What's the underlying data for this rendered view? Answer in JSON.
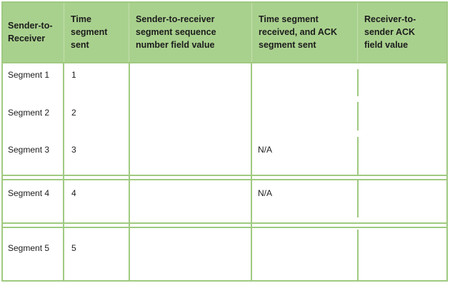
{
  "table": {
    "header": {
      "columns": [
        "Sender-to-Receiver",
        "Time segment sent",
        "Sender-to-receiver segment sequence number field value",
        "Time segment received, and ACK segment sent",
        "Receiver-to-sender ACK field value"
      ]
    },
    "rows": [
      {
        "segment": "Segment 1",
        "time_sent": "1",
        "seq_value": "",
        "time_received_ack": "",
        "ack_value": ""
      },
      {
        "segment": "Segment 2",
        "time_sent": "2",
        "seq_value": "",
        "time_received_ack": "",
        "ack_value": ""
      },
      {
        "segment": "Segment 3",
        "time_sent": "3",
        "seq_value": "",
        "time_received_ack": "N/A",
        "ack_value": ""
      },
      {
        "segment": "Segment 4",
        "time_sent": "4",
        "seq_value": "",
        "time_received_ack": "N/A",
        "ack_value": ""
      },
      {
        "segment": "Segment 5",
        "time_sent": "5",
        "seq_value": "",
        "time_received_ack": "",
        "ack_value": ""
      }
    ]
  },
  "colors": {
    "header_bg": "#a9d18e",
    "grid": "#9fca80",
    "header_divider": "#c3dfad",
    "text": "#1c1c1c"
  }
}
